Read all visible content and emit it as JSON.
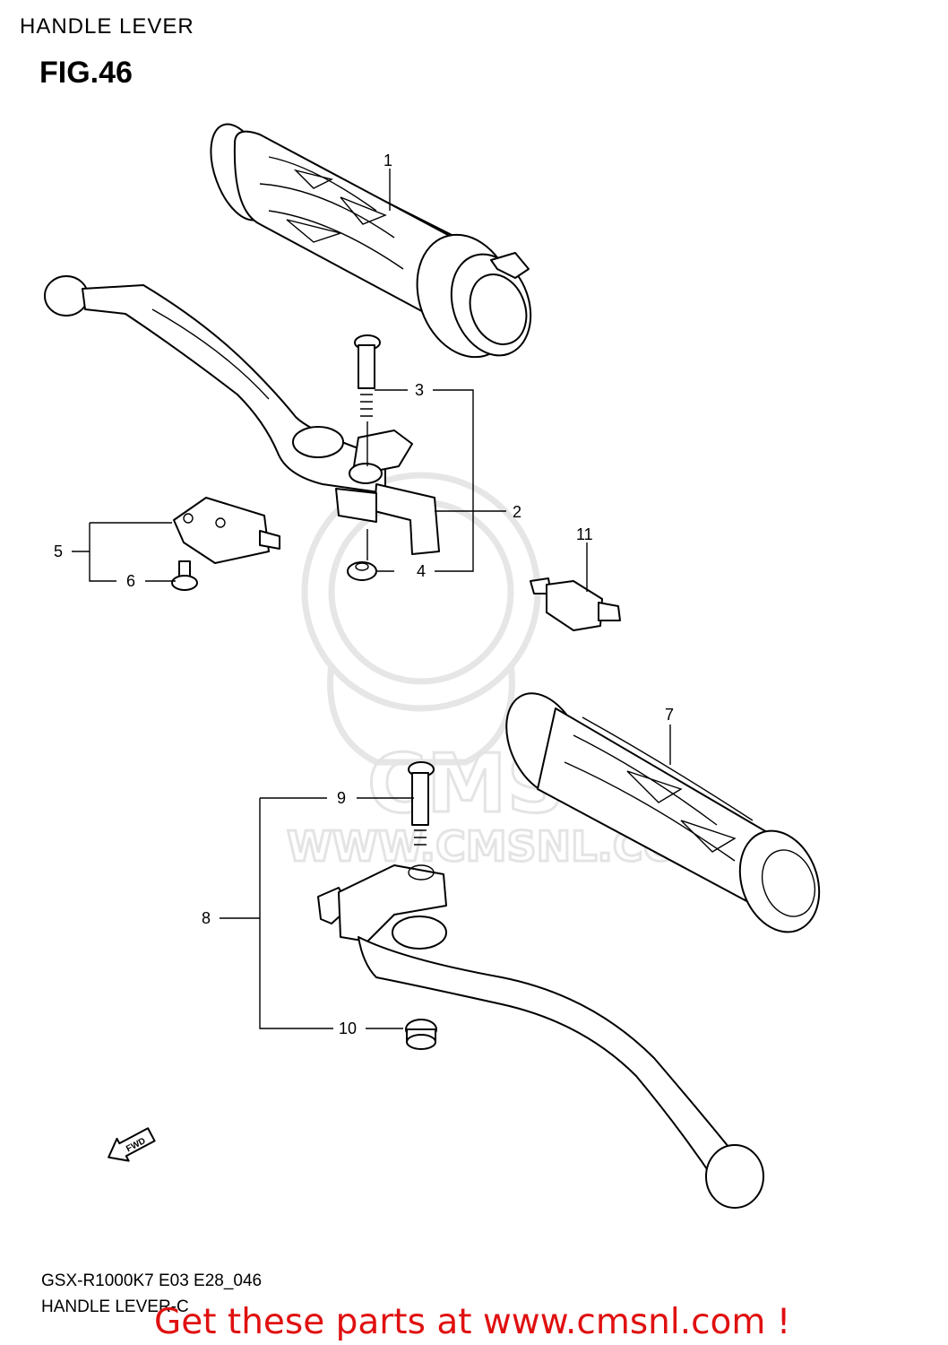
{
  "header": {
    "title": "HANDLE LEVER",
    "fig": "FIG.46"
  },
  "callouts": {
    "c1": "1",
    "c2": "2",
    "c3": "3",
    "c4": "4",
    "c5": "5",
    "c6": "6",
    "c7": "7",
    "c8": "8",
    "c9": "9",
    "c10": "10",
    "c11": "11"
  },
  "fwd_label": "FWD",
  "watermark": {
    "brand": "CMS",
    "url": "WWW.CMSNL.COM"
  },
  "footer": {
    "model_code": "GSX-R1000K7 E03 E28_046",
    "caption": "HANDLE LEVER-C",
    "cta": "Get these parts at www.cmsnl.com !"
  }
}
